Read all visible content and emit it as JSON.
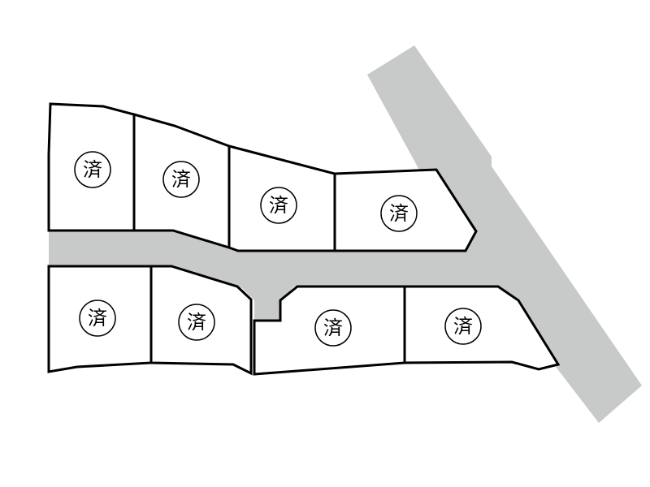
{
  "map": {
    "road_color": "#c8c9c9",
    "lots": [
      {
        "id": "lot-1",
        "status": "済"
      },
      {
        "id": "lot-2",
        "status": "済"
      },
      {
        "id": "lot-3",
        "status": "済"
      },
      {
        "id": "lot-4",
        "status": "済"
      },
      {
        "id": "lot-5",
        "status": "済"
      },
      {
        "id": "lot-6",
        "status": "済"
      },
      {
        "id": "lot-7",
        "status": "済"
      },
      {
        "id": "lot-8",
        "status": "済"
      }
    ]
  }
}
